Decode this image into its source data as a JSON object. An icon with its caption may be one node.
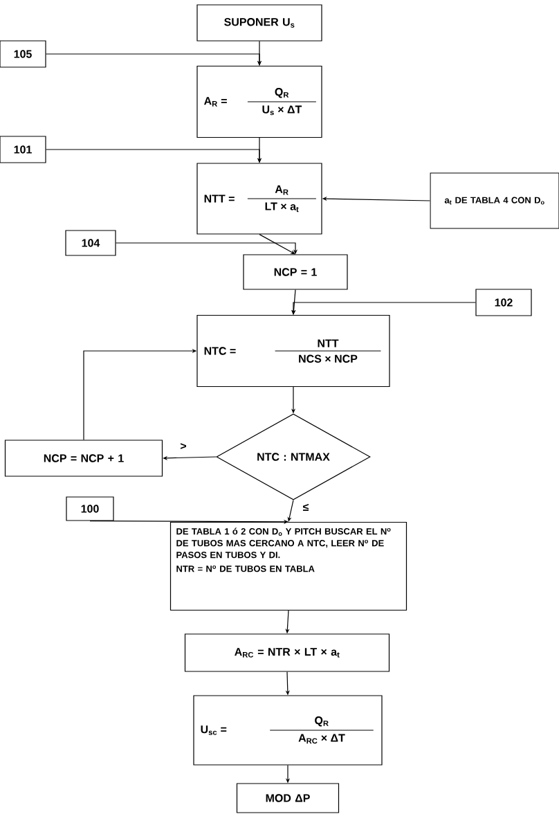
{
  "diagram": {
    "nodes": [
      {
        "text": [
          "SUPONER U$_{s}$"
        ]
      },
      {
        "text": [
          "105"
        ]
      },
      {
        "text": [
          "A$_{R}$ =",
          "Q$_{R}$",
          "U$_{s}$ × ΔT"
        ]
      },
      {
        "text": [
          "101"
        ]
      },
      {
        "text": [
          "NTT =",
          "A$_{R}$",
          "LT × a$_{t}$"
        ]
      },
      {
        "text": [
          "a$_{t}$ DE TABLA 4 CON D$_{o}$"
        ]
      },
      {
        "text": [
          "104"
        ]
      },
      {
        "text": [
          "NCP = 1"
        ]
      },
      {
        "text": [
          "102"
        ]
      },
      {
        "text": [
          "NTC =",
          "NTT",
          "NCS × NCP"
        ]
      },
      {
        "text": [
          "NTC : NTMAX"
        ]
      },
      {
        "text": [
          "NCP = NCP + 1"
        ]
      },
      {
        "text": [
          "100"
        ]
      },
      {
        "text": [
          "DE TABLA 1 ó 2 CON D$_{o}$ Y PITCH BUSCAR EL N$^{o}$ DE TUBOS MAS CERCANO A NTC, LEER N$^{o}$ DE PASOS EN TUBOS Y DI.",
          "NTR = N$^{o}$ DE TUBOS EN TABLA"
        ]
      },
      {
        "text": [
          "A$_{RC}$ = NTR × LT × a$_{t}$"
        ]
      },
      {
        "text": [
          "U$_{sc}$ =",
          "Q$_{R}$",
          "A$_{RC}$ × ΔT"
        ]
      },
      {
        "text": [
          "MOD ΔP"
        ]
      }
    ],
    "edges": [
      {
        "from": 0,
        "to": 2,
        "arrow": "to"
      },
      {
        "from": 1,
        "to": 2,
        "arrow": "to"
      },
      {
        "from": 2,
        "to": 4,
        "arrow": "to"
      },
      {
        "from": 3,
        "to": 4,
        "arrow": "to"
      },
      {
        "from": 5,
        "to": 4,
        "arrow": "to"
      },
      {
        "from": 4,
        "to": 7,
        "arrow": "to"
      },
      {
        "from": 6,
        "to": 7,
        "arrow": "to"
      },
      {
        "from": 7,
        "to": 9,
        "arrow": "to"
      },
      {
        "from": 8,
        "to": 9,
        "arrow": "to"
      },
      {
        "from": 9,
        "to": 10,
        "arrow": "to"
      },
      {
        "from": 10,
        "to": 11,
        "arrow": "to",
        "label": ">"
      },
      {
        "from": 11,
        "to": 9,
        "arrow": "to"
      },
      {
        "from": 10,
        "to": 13,
        "arrow": "to",
        "label": "≤"
      },
      {
        "from": 12,
        "to": 13,
        "arrow": "to"
      },
      {
        "from": 13,
        "to": 14,
        "arrow": "to"
      },
      {
        "from": 14,
        "to": 15,
        "arrow": "to"
      },
      {
        "from": 15,
        "to": 16,
        "arrow": "to"
      }
    ]
  }
}
